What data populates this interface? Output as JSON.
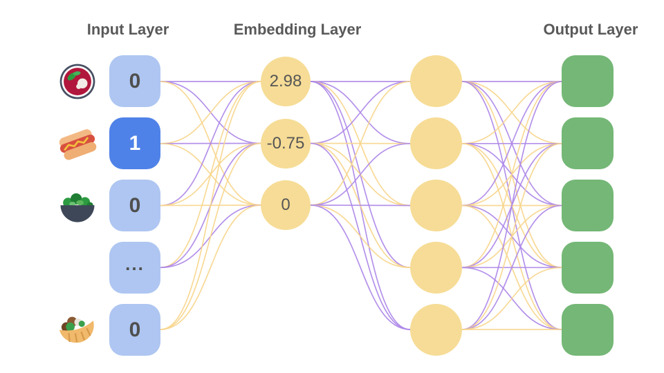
{
  "diagram": {
    "headers": {
      "input": "Input Layer",
      "embedding": "Embedding Layer",
      "output": "Output Layer"
    },
    "input_nodes": [
      {
        "icon": "soup-bowl",
        "value": "0",
        "active": false
      },
      {
        "icon": "hot-dog",
        "value": "1",
        "active": true
      },
      {
        "icon": "salad-bowl",
        "value": "0",
        "active": false
      },
      {
        "icon": "none",
        "value": "...",
        "active": false
      },
      {
        "icon": "pita-sandwich",
        "value": "0",
        "active": false
      }
    ],
    "embedding_nodes": [
      {
        "value": "2.98"
      },
      {
        "value": "-0.75"
      },
      {
        "value": "0"
      }
    ],
    "hidden_nodes": [
      "",
      "",
      "",
      "",
      ""
    ],
    "output_nodes": [
      "",
      "",
      "",
      "",
      ""
    ],
    "colors": {
      "input_node": "#aec6f1",
      "input_node_active": "#4f82e8",
      "embedding_node": "#f6dc96",
      "output_node": "#74b776",
      "header_text": "#595959",
      "purple_line": "#ac85e8",
      "yellow_line": "#f7d58b"
    },
    "edges": {
      "input_to_embedding": [
        [
          "p",
          "p",
          "y"
        ],
        [
          "y",
          "p",
          "y"
        ],
        [
          "p",
          "y",
          "y"
        ],
        [
          "y",
          "p",
          "p"
        ],
        [
          "y",
          "y",
          "y"
        ]
      ],
      "embedding_to_hidden": [
        [
          "p",
          "p",
          "y",
          "p",
          "p"
        ],
        [
          "p",
          "y",
          "y",
          "y",
          "p"
        ],
        [
          "y",
          "p",
          "p",
          "y",
          "p"
        ]
      ],
      "hidden_to_output": [
        [
          "p",
          "y",
          "p",
          "y",
          "p"
        ],
        [
          "y",
          "p",
          "p",
          "y",
          "y"
        ],
        [
          "p",
          "y",
          "y",
          "p",
          "y"
        ],
        [
          "y",
          "p",
          "y",
          "p",
          "p"
        ],
        [
          "p",
          "y",
          "p",
          "y",
          "y"
        ]
      ]
    }
  }
}
